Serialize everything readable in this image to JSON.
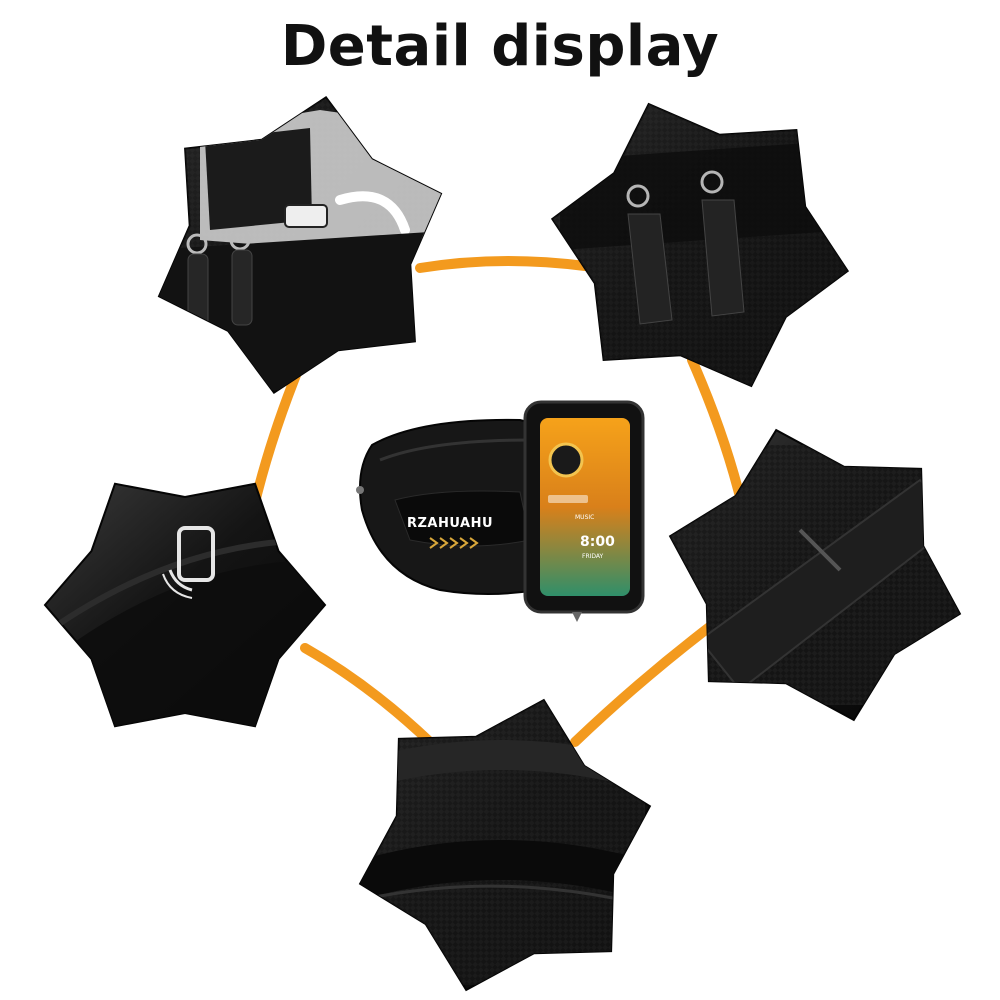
{
  "title": "Detail display",
  "product": {
    "brand": "RZAHUAHU",
    "screen": {
      "time": "8:00",
      "day": "FRIDAY",
      "app": "MUSIC"
    }
  },
  "colors": {
    "connector": "#f39a1e",
    "panel": "#141414",
    "background": "#ffffff"
  },
  "panels": [
    {
      "name": "top-left-zipper-detail",
      "shows": "zippers and cable port"
    },
    {
      "name": "top-right-zipper-detail",
      "shows": "zipper pulls"
    },
    {
      "name": "left-phone-icon-detail",
      "shows": "touch phone icon"
    },
    {
      "name": "right-strap-detail",
      "shows": "velcro strap"
    },
    {
      "name": "bottom-carbon-detail",
      "shows": "carbon texture"
    }
  ]
}
